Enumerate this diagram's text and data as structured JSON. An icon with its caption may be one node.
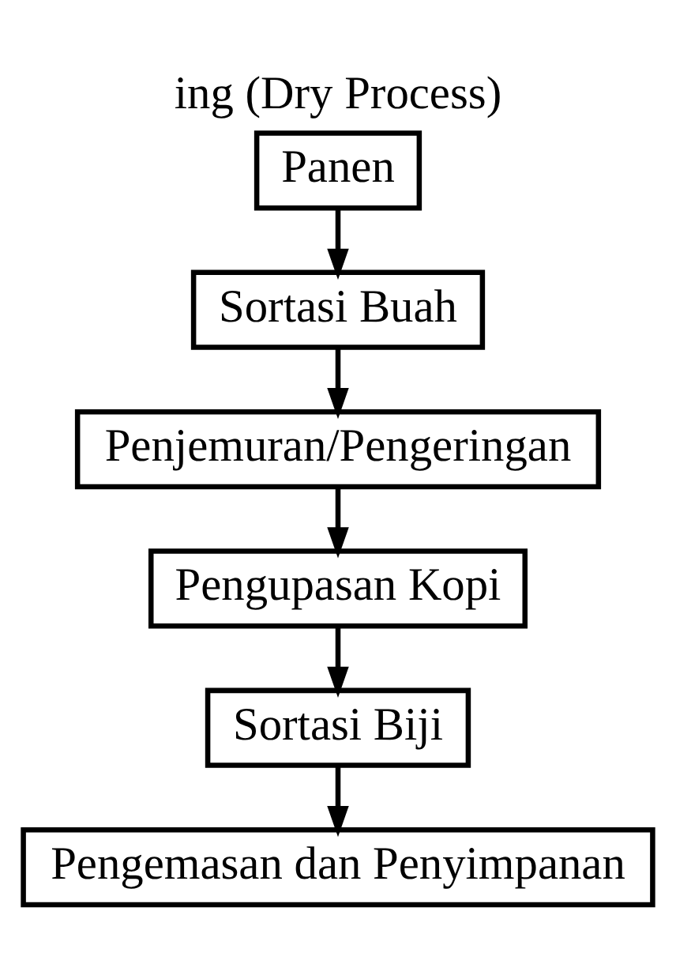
{
  "diagram": {
    "title": "ing (Dry Process)",
    "nodes": [
      {
        "text": [
          "Panen"
        ]
      },
      {
        "text": [
          "Sortasi Buah"
        ]
      },
      {
        "text": [
          "Penjemuran/Pengeringan"
        ]
      },
      {
        "text": [
          "Pengupasan Kopi"
        ]
      },
      {
        "text": [
          "Sortasi Biji"
        ]
      },
      {
        "text": [
          "Pengemasan dan Penyimpanan"
        ]
      }
    ],
    "edges": [
      {
        "from": 0,
        "to": 1,
        "arrow": "to"
      },
      {
        "from": 1,
        "to": 2,
        "arrow": "to"
      },
      {
        "from": 2,
        "to": 3,
        "arrow": "to"
      },
      {
        "from": 3,
        "to": 4,
        "arrow": "to"
      },
      {
        "from": 4,
        "to": 5,
        "arrow": "to"
      }
    ]
  }
}
